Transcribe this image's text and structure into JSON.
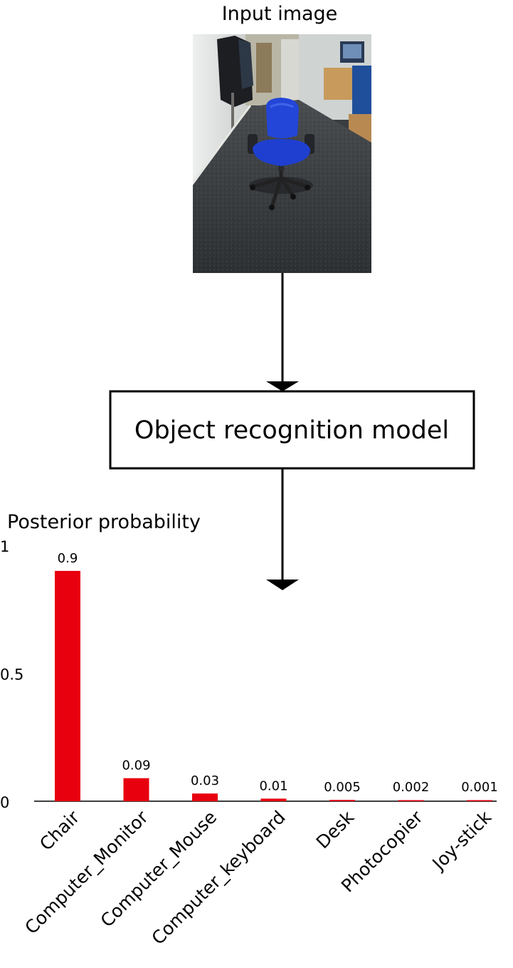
{
  "input": {
    "title": "Input image"
  },
  "model": {
    "label": "Object recognition model"
  },
  "chart_data": {
    "type": "bar",
    "title": "Posterior probability",
    "xlabel": "",
    "ylabel": "",
    "ylim": [
      0,
      1
    ],
    "y_ticks": [
      {
        "value": 1,
        "label": "1"
      },
      {
        "value": 0.5,
        "label": "0.5"
      },
      {
        "value": 0,
        "label": "0"
      }
    ],
    "categories": [
      "Chair",
      "Computer_Monitor",
      "Computer_Mouse",
      "Computer_keyboard",
      "Desk",
      "Photocopier",
      "Joy-stick"
    ],
    "values": [
      0.9,
      0.09,
      0.03,
      0.01,
      0.005,
      0.002,
      0.001
    ],
    "value_labels": [
      "0.9",
      "0.09",
      "0.03",
      "0.01",
      "0.005",
      "0.002",
      "0.001"
    ],
    "bar_color": "#e8000f",
    "grid": false,
    "legend": "none"
  }
}
